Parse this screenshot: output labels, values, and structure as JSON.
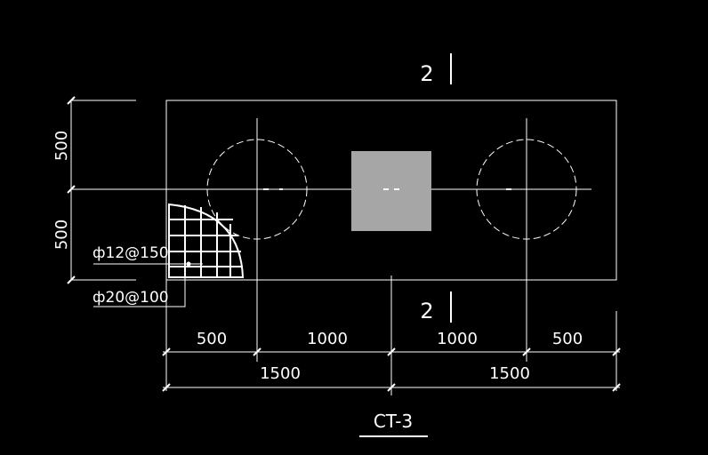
{
  "drawing": {
    "title": "CT-3",
    "section_mark": "2",
    "rebar_labels": [
      "ф12@150",
      "ф20@100"
    ],
    "dims_vertical": [
      "500",
      "500"
    ],
    "dims_row1": [
      "500",
      "1000",
      "1000",
      "500"
    ],
    "dims_row2": [
      "1500",
      "1500"
    ],
    "colors": {
      "background": "#000000",
      "line": "#ffffff",
      "column": "#a6a6a6"
    }
  }
}
